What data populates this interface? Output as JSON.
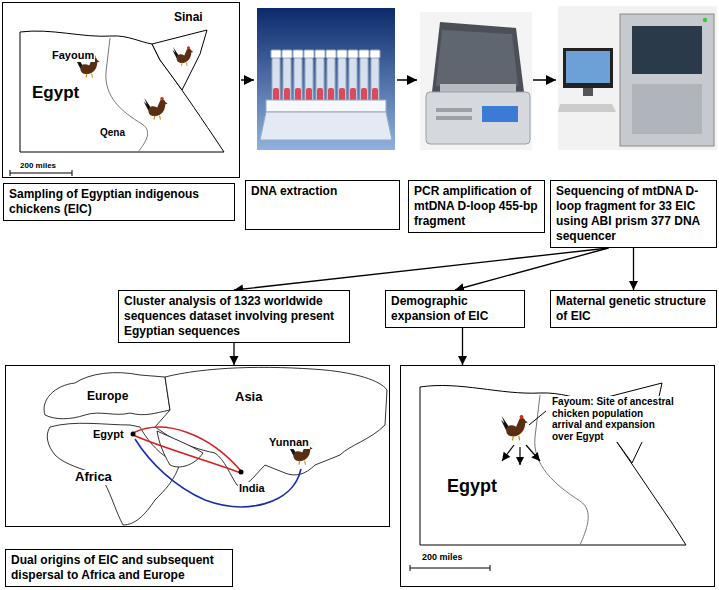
{
  "diagram": {
    "nodes": [
      {
        "text": [
          "Fayoum",
          "Sinai",
          "Egypt",
          "Qena",
          "200 miles"
        ]
      },
      {
        "text": [
          "Sampling of Egyptian indigenous chickens (EIC)"
        ]
      },
      {
        "text": [
          "DNA extraction"
        ]
      },
      {
        "text": [
          "PCR amplification of mtDNA D-loop 455-bp fragment"
        ]
      },
      {
        "text": [
          "Sequencing of mtDNA D-loop fragment for 33 EIC using ABI prism 377 DNA sequencer"
        ]
      },
      {
        "text": [
          "Cluster analysis of 1323 worldwide sequences dataset involving present Egyptian sequences"
        ]
      },
      {
        "text": [
          "Demographic expansion of EIC"
        ]
      },
      {
        "text": [
          "Maternal genetic structure of EIC"
        ]
      },
      {
        "text": [
          "Europe",
          "Asia",
          "Egypt",
          "Africa",
          "India",
          "Yunnan"
        ]
      },
      {
        "text": [
          "Dual origins of EIC and subsequent dispersal to Africa and Europe"
        ]
      },
      {
        "text": [
          "Fayoum: Site of ancestral chicken population arrival and expansion over Egypt",
          "Egypt",
          "200 miles"
        ]
      }
    ],
    "edges": [
      {
        "from": 4,
        "to": 5,
        "arrow": "to"
      },
      {
        "from": 4,
        "to": 6,
        "arrow": "to"
      },
      {
        "from": 4,
        "to": 7,
        "arrow": "to"
      },
      {
        "from": 5,
        "to": 8,
        "arrow": "to"
      },
      {
        "from": 6,
        "to": 10,
        "arrow": "to"
      }
    ]
  }
}
